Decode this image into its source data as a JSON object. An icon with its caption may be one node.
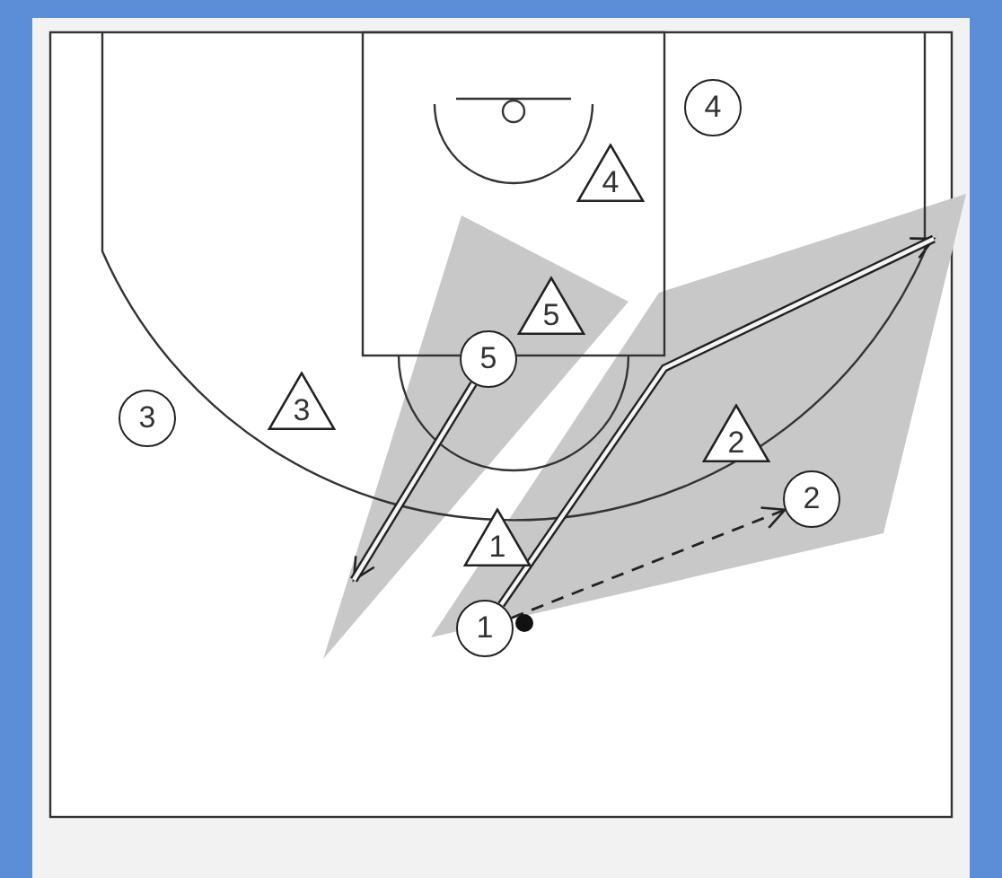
{
  "diagram": {
    "nodes": [
      {
        "text": [
          "4"
        ]
      },
      {
        "text": [
          "4"
        ]
      },
      {
        "text": [
          "5"
        ]
      },
      {
        "text": [
          "5"
        ]
      },
      {
        "text": [
          "3"
        ]
      },
      {
        "text": [
          "3"
        ]
      },
      {
        "text": [
          "2"
        ]
      },
      {
        "text": [
          "2"
        ]
      },
      {
        "text": [
          "1"
        ]
      },
      {
        "text": [
          "1"
        ]
      }
    ],
    "edges": [
      {
        "from": 3,
        "to": null,
        "arrow": "to"
      },
      {
        "from": 9,
        "to": null,
        "arrow": "to"
      },
      {
        "from": 9,
        "to": 7,
        "arrow": "to",
        "style": "dashed"
      }
    ]
  }
}
